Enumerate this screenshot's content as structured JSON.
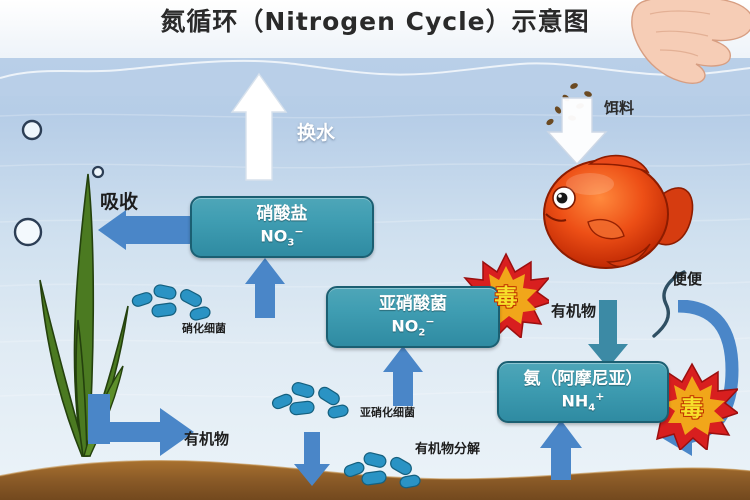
{
  "title": "氮循环（Nitrogen Cycle）示意图",
  "scene": {
    "name": "aquarium-nitrogen-cycle",
    "colors": {
      "water_top": "#b9cfe8",
      "water_bottom": "#eaf2f8",
      "box_fill": "#3f9db2",
      "box_border": "#1b5f72",
      "arrow_blue": "#4a86c8",
      "arrow_white": "#ffffff",
      "poison_red": "#d81f1f",
      "poison_yellow": "#f7e02a",
      "sand": "#8a5a27",
      "plant_green": "#4b7a21",
      "fish_red": "#e03a18",
      "bacteria_blue": "#2a93c4"
    }
  },
  "boxes": [
    {
      "id": "nitrate",
      "cn": "硝酸盐",
      "formula_base": "NO",
      "formula_sub": "3",
      "formula_sup": "−"
    },
    {
      "id": "nitrite",
      "cn": "亚硝酸菌",
      "formula_base": "NO",
      "formula_sub": "2",
      "formula_sup": "−"
    },
    {
      "id": "ammonia",
      "cn": "氨（阿摩尼亚）",
      "formula_base": "NH",
      "formula_sub": "4",
      "formula_sup": "+"
    }
  ],
  "labels": {
    "water_change": "换水",
    "absorption": "吸收",
    "feed": "饵料",
    "poop": "便便",
    "organic_matter_right": "有机物",
    "organic_matter_left": "有机物",
    "nitrifying_bacteria": "硝化细菌",
    "nitrosifying_bacteria": "亚硝化细菌",
    "organic_decomposition": "有机物分解",
    "poison_1": "毒",
    "poison_2": "毒"
  },
  "icons": {
    "hand": "hand-icon",
    "fish": "fish-icon",
    "plant": "aquatic-plant-icon",
    "bubbles": "bubble-icon",
    "food_pellets": "food-pellet-icon",
    "bacteria": "bacteria-cluster-icon",
    "burst": "starburst-icon"
  }
}
